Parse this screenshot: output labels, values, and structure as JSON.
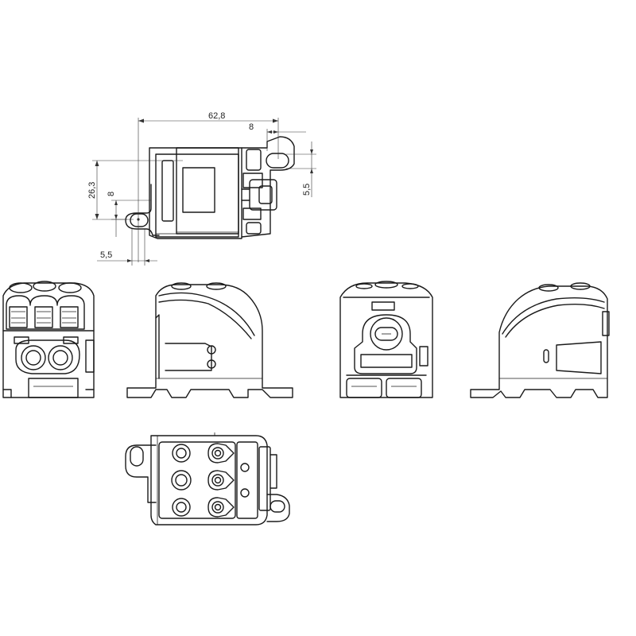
{
  "dimensions": {
    "width_overall": "62,8",
    "tab_offset_top": "8",
    "height_hole": "26,3",
    "tab_offset_left": "8",
    "hole_right": "5,5",
    "hole_left": "5,5"
  },
  "colors": {
    "line": "#1a1a1a",
    "background": "#ffffff"
  }
}
